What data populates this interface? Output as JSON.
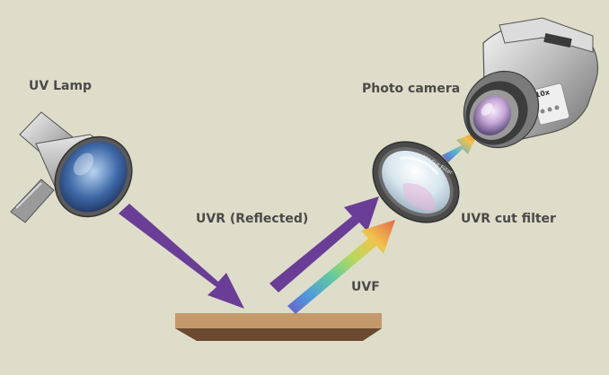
{
  "labels": {
    "uv_lamp": "UV Lamp",
    "photo_camera": "Photo camera",
    "uvr_reflected": "UVR (Reflected)",
    "uvr_cut_filter": "UVR cut filter",
    "uvf": "UVF"
  },
  "filter_ring_text": "UV Cut Filter",
  "camera_badge_text": "10x",
  "colors": {
    "background": "#deddc9",
    "uvr_arrow": "#6a3d97",
    "sample_surface": "#c49a6c",
    "label_text": "#4a4a4a"
  }
}
